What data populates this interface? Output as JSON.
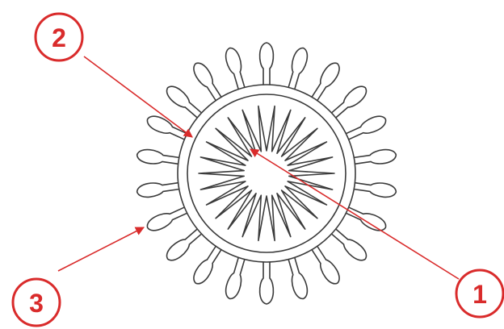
{
  "colors": {
    "outline": "#3a3a3a",
    "callout": "#d92b2b",
    "background": "#ffffff"
  },
  "labels": [
    {
      "id": "label-1",
      "text": "1"
    },
    {
      "id": "label-2",
      "text": "2"
    },
    {
      "id": "label-3",
      "text": "3"
    }
  ]
}
